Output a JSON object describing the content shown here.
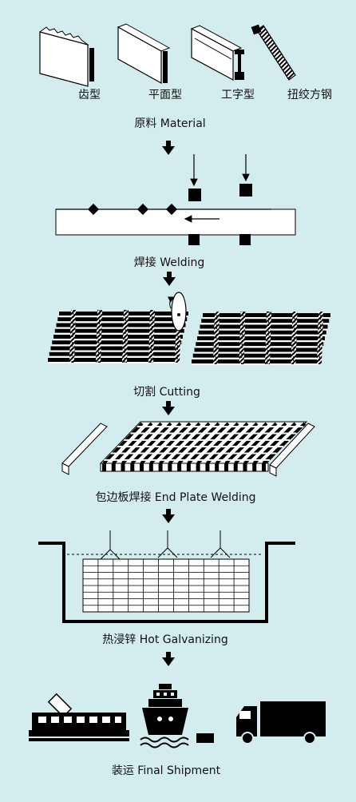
{
  "materials": [
    {
      "label": "齿型",
      "icon": "serrated-bar-icon"
    },
    {
      "label": "平面型",
      "icon": "plain-bar-icon"
    },
    {
      "label": "工字型",
      "icon": "i-bar-icon"
    },
    {
      "label": "扭绞方钢",
      "icon": "twisted-square-bar-icon"
    }
  ],
  "steps": [
    {
      "label": "原料  Material"
    },
    {
      "label": "焊接  Welding"
    },
    {
      "label": "切割  Cutting"
    },
    {
      "label": "包边板焊接  End Plate Welding"
    },
    {
      "label": "热浸锌  Hot Galvanizing"
    },
    {
      "label": "装运  Final Shipment"
    }
  ],
  "shipment_icons": [
    "train-icon",
    "ship-icon",
    "truck-icon"
  ],
  "colors": {
    "background": "#d3ecee",
    "ink": "#000000",
    "fill_light": "#ffffff"
  }
}
